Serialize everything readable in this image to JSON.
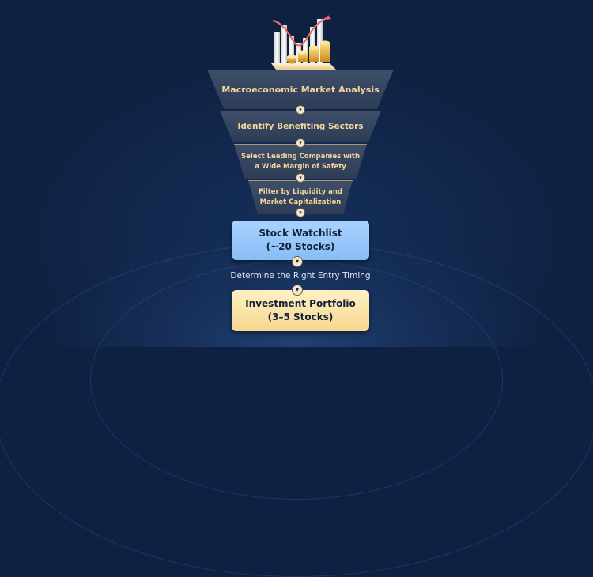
{
  "funnel": {
    "stages": [
      {
        "lines": [
          "Macroeconomic Market Analysis"
        ]
      },
      {
        "lines": [
          "Identify Benefiting Sectors"
        ]
      },
      {
        "lines": [
          "Select Leading Companies with",
          "a Wide Margin of Safety"
        ]
      },
      {
        "lines": [
          "Filter by Liquidity and",
          "Market Capitalization"
        ]
      }
    ]
  },
  "watchlist": {
    "line1": "Stock Watchlist",
    "line2": "(~20 Stocks)"
  },
  "step_label": "Determine the Right Entry Timing",
  "portfolio": {
    "line1": "Investment Portfolio",
    "line2": "(3–5 Stocks)"
  },
  "icons": {
    "top": "chart-coins-icon",
    "connector": "chevron-down-icon"
  },
  "colors": {
    "background": "#0f2142",
    "funnel_fill": "#36455f",
    "funnel_text": "#f4d69a",
    "watchlist_fill": "#9cc8fb",
    "portfolio_fill": "#f8e2a8"
  }
}
